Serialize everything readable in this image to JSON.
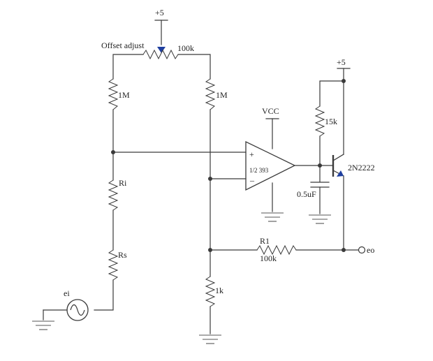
{
  "labels": {
    "vplus_top": "+5",
    "offset_adjust": "Offset adjust",
    "pot_value": "100k",
    "r_left_1m": "1M",
    "r_right_1m": "1M",
    "vcc": "VCC",
    "opamp_part": "1/2 393",
    "opamp_plus": "+",
    "opamp_minus": "–",
    "vplus_right": "+5",
    "r_15k": "15k",
    "transistor": "2N2222",
    "cap": "0.5uF",
    "ri": "Ri",
    "rs": "Rs",
    "ei": "ei",
    "r1": "R1",
    "r1_value": "100k",
    "r_1k": "1k",
    "eo": "eo"
  },
  "colors": {
    "wire": "#3a3a3a",
    "wiper_arrow": "#1f3f9f",
    "emitter_arrow": "#1f3f9f"
  }
}
